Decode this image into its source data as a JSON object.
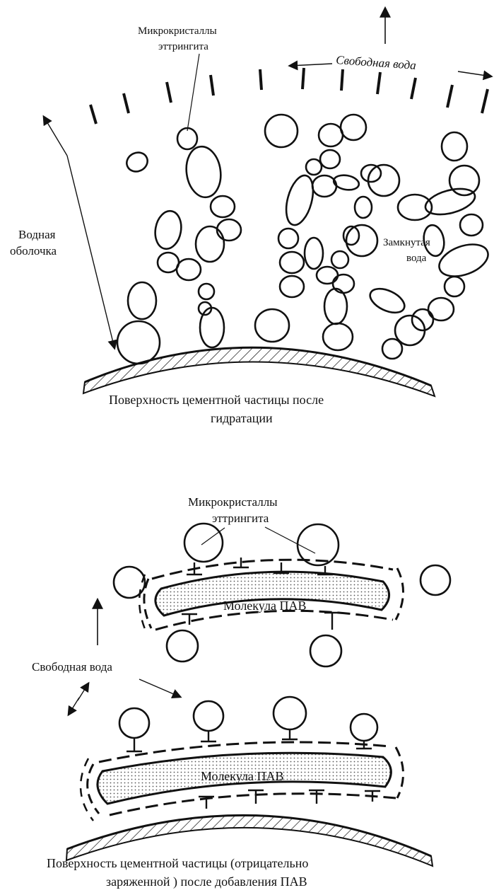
{
  "top": {
    "label_microcrystals": [
      "Микрокристаллы",
      "эттрингита"
    ],
    "label_free_water": "Свободная вода",
    "label_water_shell": [
      "Водная",
      "оболочка"
    ],
    "label_closed_water": [
      "Замкнутая",
      "вода"
    ],
    "caption": [
      "Поверхность цементной частицы после",
      "гидратации"
    ]
  },
  "bottom": {
    "label_microcrystals": [
      "Микрокристаллы",
      "эттрингита"
    ],
    "molecule_label": "Молекула ПАВ",
    "label_free_water": "Свободная вода",
    "caption": [
      "Поверхность цементной частицы (отрицательно",
      "заряженной ) после добавления ПАВ"
    ]
  },
  "colors": {
    "ink": "#111111",
    "paper": "#ffffff",
    "dots": "#555555"
  }
}
